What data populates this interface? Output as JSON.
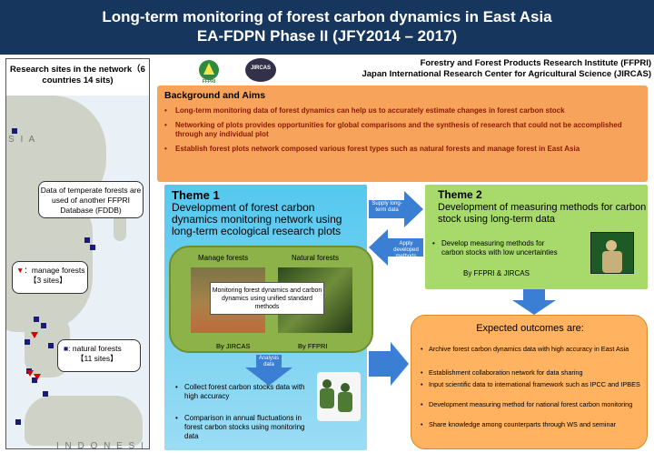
{
  "header": {
    "line1": "Long-term monitoring of forest carbon dynamics in East Asia",
    "line2": "EA-FDPN Phase II (JFY2014 – 2017)"
  },
  "map": {
    "title": "Research sites in the network（6 countries 14 sits)",
    "land_label_siberia": "S I A",
    "land_label_indonesia": "I N D O N E S I A",
    "callout_text": "Data of temperate forests are used of another FFPRI Database (FDDB)",
    "legend_manage_symbol": "▼",
    "legend_manage_label": "：manage forests",
    "legend_manage_count": "【3 sites】",
    "legend_natural_symbol": "■",
    "legend_natural_label": ": natural forests",
    "legend_natural_count": "【11 sites】"
  },
  "institutes": {
    "line1": "Forestry and Forest Products Research Institute (FFPRI)",
    "line2": "Japan International Research Center for Agricultural Science (JIRCAS)",
    "logo1_text": "FFPRI",
    "logo2_text": "JIRCAS"
  },
  "background": {
    "title": "Background and Aims",
    "items": [
      "Long-term monitoring data of forest dynamics can help us to accurately estimate changes in forest carbon stock",
      "Networking of plots provides opportunities for global comparisons and the synthesis of research that could not be accomplished through any individual plot",
      "Establish forest plots network composed various forest types such as  natural forests and manage forest in East Asia"
    ]
  },
  "theme1": {
    "label": "Theme",
    "num": "1",
    "title": "Development of forest carbon dynamics monitoring network using long-term ecological research plots",
    "manage_label": "Manage forests",
    "natural_label": "Natural forests",
    "center_box": "Monitoring forest dynamics and carbon dynamics using unified standard methods",
    "by_left": "By JIRCAS",
    "by_right": "By FFPRI",
    "items": [
      "Collect forest carbon stocks data with high accuracy",
      "Comparison in annual fluctuations in forest carbon stocks using monitoring data"
    ]
  },
  "theme2": {
    "label": "Theme 2",
    "title": "Development of measuring methods for carbon stock using long-term data",
    "item": "Develop measuring methods for carbon stocks with low uncertainties",
    "by": "By FFPRI & JIRCAS"
  },
  "arrows": {
    "supply": "Supply long-term data",
    "apply": "Apply developed methods",
    "analysis": "Analysis data"
  },
  "outcomes": {
    "title": "Expected outcomes are:",
    "items": [
      "Archive forest carbon dynamics data with high accuracy in East Asia",
      "Establishment collaboration network for data sharing",
      "Input scientific data to international framework such as IPCC and IPBES",
      "Development measuring method for national forest carbon monitoring",
      "Share knowledge among counterparts through WS and seminar"
    ]
  },
  "colors": {
    "header": "#17365d",
    "background_box": "#f7a35c",
    "theme1": "#55c8ef",
    "theme2": "#a7d96b",
    "outcomes": "#ffb25f",
    "arrows": "#3b7fd4"
  }
}
